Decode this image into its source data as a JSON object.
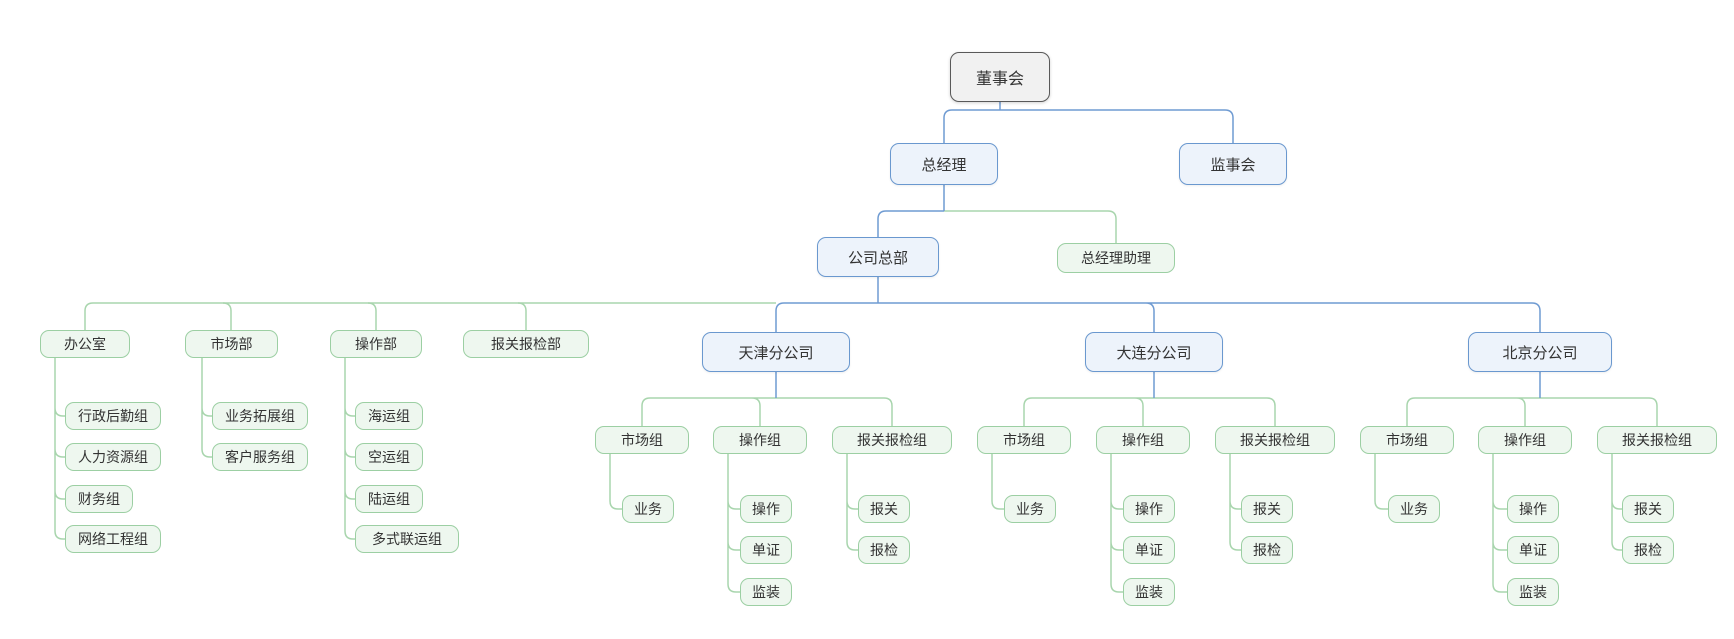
{
  "colors": {
    "root_border": "#595959",
    "root_bg": "#f1f1f1",
    "blue_border": "#6a98cf",
    "blue_bg": "#edf3fb",
    "blue_line": "#6f9bd2",
    "green_border": "#9ccfa3",
    "green_bg": "#eef7ef",
    "green_line": "#a8d5ad",
    "text": "#333333"
  },
  "org": {
    "board": {
      "label": "董事会"
    },
    "general_manager": {
      "label": "总经理"
    },
    "supervisory_board": {
      "label": "监事会"
    },
    "headquarters": {
      "label": "公司总部"
    },
    "gm_assistant": {
      "label": "总经理助理"
    },
    "departments": [
      {
        "label": "办公室",
        "children": [
          {
            "label": "行政后勤组"
          },
          {
            "label": "人力资源组"
          },
          {
            "label": "财务组"
          },
          {
            "label": "网络工程组"
          }
        ]
      },
      {
        "label": "市场部",
        "children": [
          {
            "label": "业务拓展组"
          },
          {
            "label": "客户服务组"
          }
        ]
      },
      {
        "label": "操作部",
        "children": [
          {
            "label": "海运组"
          },
          {
            "label": "空运组"
          },
          {
            "label": "陆运组"
          },
          {
            "label": "多式联运组"
          }
        ]
      },
      {
        "label": "报关报检部",
        "children": []
      }
    ],
    "branches": [
      {
        "label": "天津分公司",
        "groups": [
          {
            "label": "市场组",
            "children": [
              {
                "label": "业务"
              }
            ]
          },
          {
            "label": "操作组",
            "children": [
              {
                "label": "操作"
              },
              {
                "label": "单证"
              },
              {
                "label": "监装"
              }
            ]
          },
          {
            "label": "报关报检组",
            "children": [
              {
                "label": "报关"
              },
              {
                "label": "报检"
              }
            ]
          }
        ]
      },
      {
        "label": "大连分公司",
        "groups": [
          {
            "label": "市场组",
            "children": [
              {
                "label": "业务"
              }
            ]
          },
          {
            "label": "操作组",
            "children": [
              {
                "label": "操作"
              },
              {
                "label": "单证"
              },
              {
                "label": "监装"
              }
            ]
          },
          {
            "label": "报关报检组",
            "children": [
              {
                "label": "报关"
              },
              {
                "label": "报检"
              }
            ]
          }
        ]
      },
      {
        "label": "北京分公司",
        "groups": [
          {
            "label": "市场组",
            "children": [
              {
                "label": "业务"
              }
            ]
          },
          {
            "label": "操作组",
            "children": [
              {
                "label": "操作"
              },
              {
                "label": "单证"
              },
              {
                "label": "监装"
              }
            ]
          },
          {
            "label": "报关报检组",
            "children": [
              {
                "label": "报关"
              },
              {
                "label": "报检"
              }
            ]
          }
        ]
      }
    ]
  }
}
